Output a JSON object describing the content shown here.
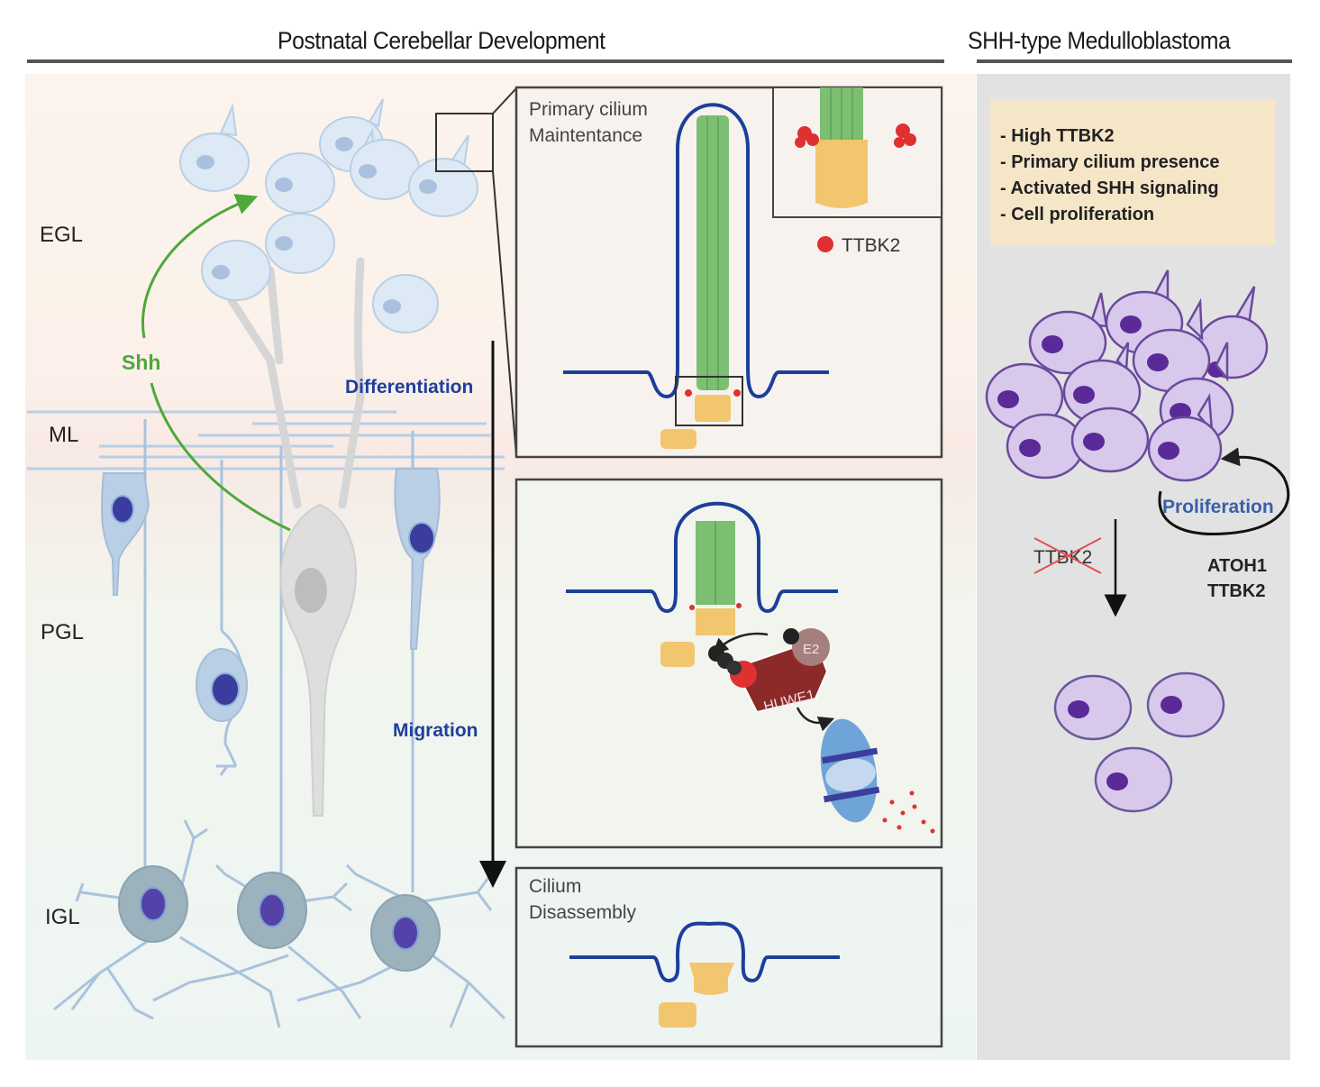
{
  "left_panel": {
    "title": "Postnatal Cerebellar Development",
    "layers": [
      "EGL",
      "ML",
      "PGL",
      "IGL"
    ],
    "signal_label": "Shh",
    "process_labels": {
      "differentiation": "Differentiation",
      "migration": "Migration"
    }
  },
  "cilium_panels": {
    "maintenance": {
      "title_line1": "Primary cilium",
      "title_line2": "Maintentance",
      "legend_label": "TTBK2"
    },
    "degradation": {
      "e3_ligase": "HUWE1",
      "e2_label": "E2"
    },
    "disassembly": {
      "title_line1": "Cilium",
      "title_line2": "Disassembly"
    }
  },
  "right_panel": {
    "title": "SHH-type Medulloblastoma",
    "features": [
      "- High TTBK2",
      "- Primary cilium presence",
      "- Activated SHH signaling",
      "- Cell proliferation"
    ],
    "proliferation_label": "Proliferation",
    "drivers": [
      "ATOH1",
      "TTBK2"
    ],
    "knockout_label": "TTBK2"
  },
  "colors": {
    "membrane": "#1b3f9a",
    "axoneme": "#6cba6a",
    "basal_body": "#f2c66e",
    "ttbk2": "#e03030",
    "shh": "#4ea83a",
    "process_text": "#1f3f9a",
    "tumor_cell": "#d8c8ec",
    "tumor_nucleus": "#5a2a98",
    "huwe1": "#8c2a2a"
  }
}
